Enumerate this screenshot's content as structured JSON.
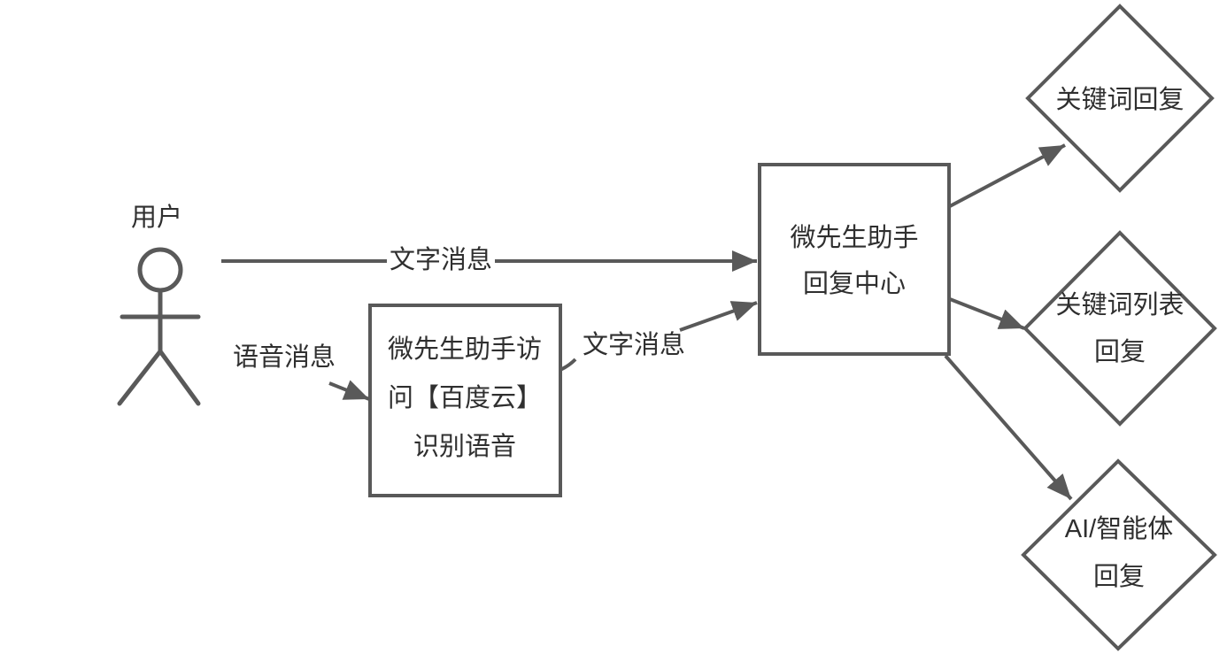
{
  "diagram": {
    "title_hint": "voice/text message reply flowchart",
    "colors": {
      "line": "#595959",
      "text": "#2f2f2f",
      "background": "#ffffff"
    },
    "actor": {
      "label": "用户"
    },
    "edge_labels": {
      "text_message_top": "文字消息",
      "voice_message": "语音消息",
      "text_message_mid": "文字消息"
    },
    "nodes": {
      "speech_recognition_box": {
        "line1": "微先生助手访",
        "line2": "问【百度云】",
        "line3": "识别语音"
      },
      "reply_center_box": {
        "line1": "微先生助手",
        "line2": "回复中心"
      },
      "keyword_reply_diamond": {
        "line1": "关键词回复"
      },
      "keyword_list_reply_diamond": {
        "line1": "关键词列表",
        "line2": "回复"
      },
      "ai_agent_reply_diamond": {
        "line1": "AI/智能体",
        "line2": "回复"
      }
    }
  }
}
